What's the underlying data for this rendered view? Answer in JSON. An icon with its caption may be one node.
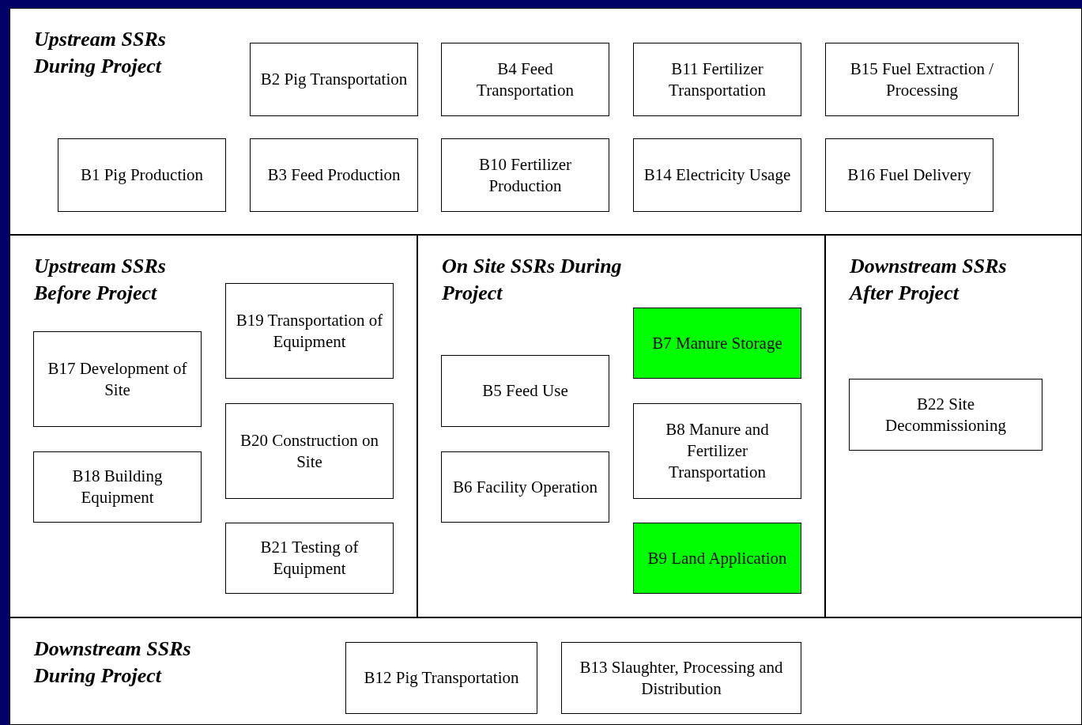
{
  "diagram": {
    "nodes": [
      {
        "text": [
          "Upstream SSRs During Project"
        ]
      },
      {
        "text": [
          "B2 Pig Transportation"
        ],
        "in": 0
      },
      {
        "text": [
          "B4 Feed Transportation"
        ],
        "in": 0
      },
      {
        "text": [
          "B11 Fertilizer Transportation"
        ],
        "in": 0
      },
      {
        "text": [
          "B15 Fuel Extraction / Processing"
        ],
        "in": 0
      },
      {
        "text": [
          "B1 Pig Production"
        ],
        "in": 0
      },
      {
        "text": [
          "B3 Feed Production"
        ],
        "in": 0
      },
      {
        "text": [
          "B10 Fertilizer Production"
        ],
        "in": 0
      },
      {
        "text": [
          "B14 Electricity Usage"
        ],
        "in": 0
      },
      {
        "text": [
          "B16 Fuel Delivery"
        ],
        "in": 0
      },
      {
        "text": [
          "Upstream SSRs Before Project"
        ]
      },
      {
        "text": [
          "B17 Development of Site"
        ],
        "in": 10
      },
      {
        "text": [
          "B18 Building Equipment"
        ],
        "in": 10
      },
      {
        "text": [
          "B19 Transportation of Equipment"
        ],
        "in": 10
      },
      {
        "text": [
          "B20 Construction on Site"
        ],
        "in": 10
      },
      {
        "text": [
          "B21 Testing of Equipment"
        ],
        "in": 10
      },
      {
        "text": [
          "On Site SSRs During Project"
        ]
      },
      {
        "text": [
          "B5 Feed Use"
        ],
        "in": 16
      },
      {
        "text": [
          "B6 Facility Operation"
        ],
        "in": 16
      },
      {
        "text": [
          "B7 Manure Storage"
        ],
        "in": 16
      },
      {
        "text": [
          "B8 Manure and Fertilizer Transportation"
        ],
        "in": 16
      },
      {
        "text": [
          "B9 Land Application"
        ],
        "in": 16
      },
      {
        "text": [
          "Downstream SSRs After Project"
        ]
      },
      {
        "text": [
          "B22 Site Decommissioning"
        ],
        "in": 22
      },
      {
        "text": [
          "Downstream SSRs During Project"
        ]
      },
      {
        "text": [
          "B12 Pig Transportation"
        ],
        "in": 24
      },
      {
        "text": [
          "B13 Slaughter, Processing and Distribution"
        ],
        "in": 24
      }
    ]
  }
}
